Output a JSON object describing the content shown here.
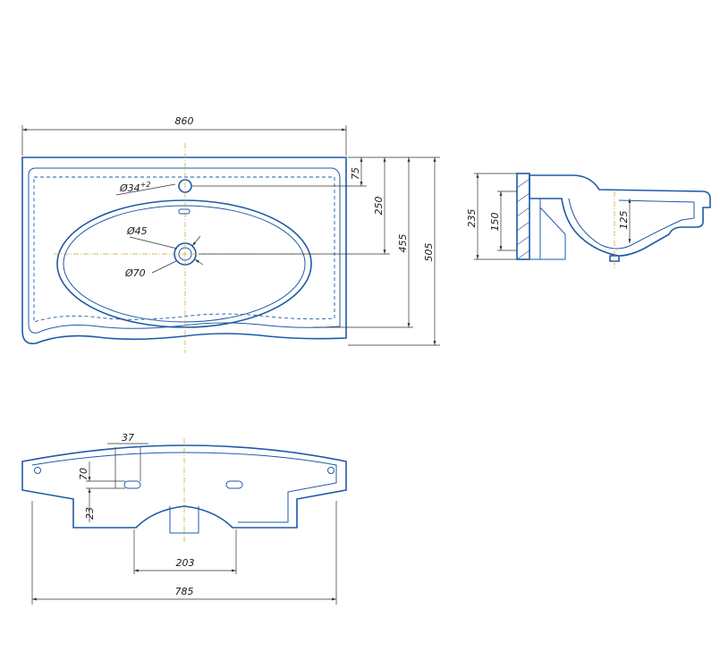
{
  "top_view": {
    "width": "860",
    "tap_hole": "Ø34",
    "tap_hole_tolerance": "+2",
    "drain_inner": "Ø45",
    "drain_outer": "Ø70",
    "dim_75": "75",
    "dim_250": "250",
    "dim_455": "455",
    "dim_505": "505"
  },
  "side_view": {
    "dim_235": "235",
    "dim_150": "150",
    "dim_125": "125"
  },
  "rear_view": {
    "dim_37": "37",
    "dim_70": "70",
    "dim_23": "23",
    "dim_203": "203",
    "dim_785": "785"
  },
  "colors": {
    "outline": "#1e5aa8",
    "dimension": "#333333",
    "centerline": "#c9a227"
  }
}
